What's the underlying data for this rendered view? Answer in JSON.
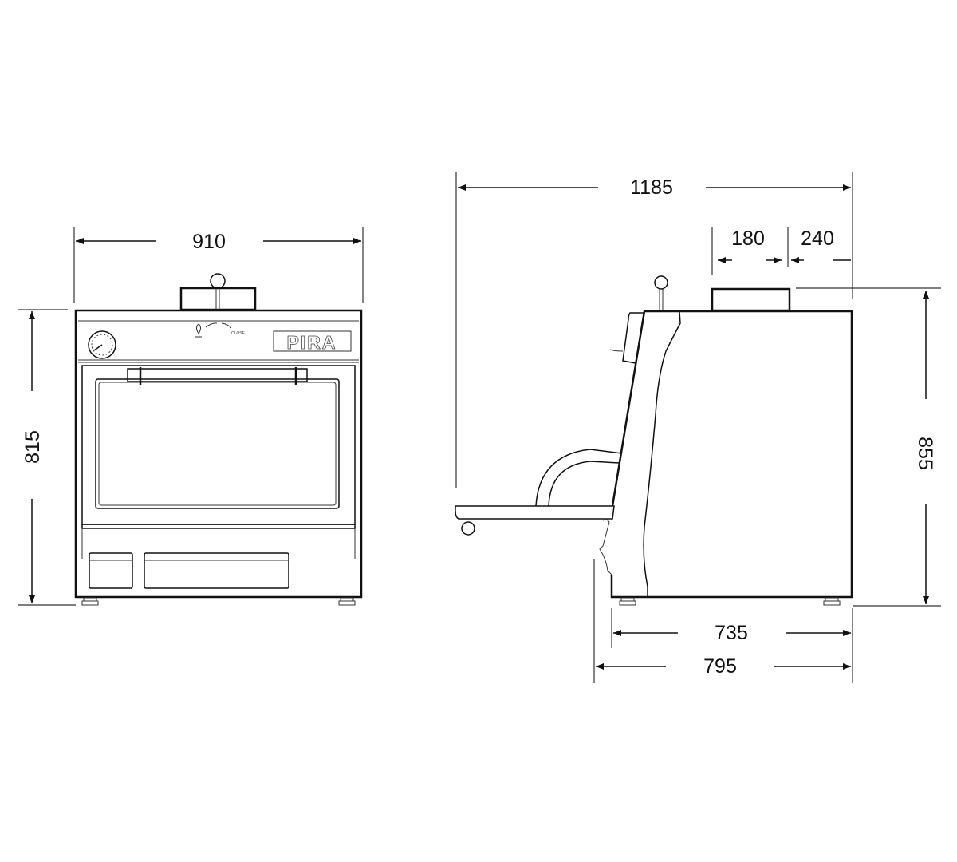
{
  "front_view": {
    "width_label": "910",
    "height_label": "815",
    "logo_text": "PIRA",
    "control_label": "CLOSE"
  },
  "side_view": {
    "overall_depth_label": "1185",
    "chimney_depth_label": "180",
    "chimney_offset_label": "240",
    "height_label": "855",
    "body_depth_label": "735",
    "depth_with_door_label": "795"
  },
  "colors": {
    "line": "#111111",
    "background": "#ffffff"
  }
}
